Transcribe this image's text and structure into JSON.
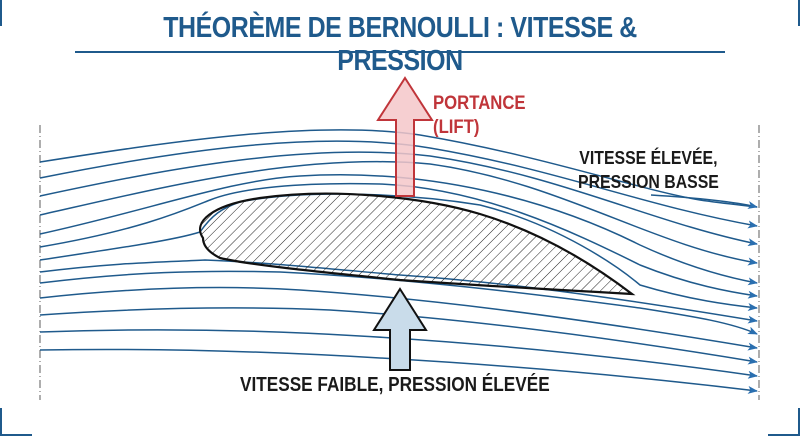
{
  "title": "THÉORÈME DE BERNOULLI : VITESSE & PRESSION",
  "labels": {
    "lift_line1": "PORTANCE",
    "lift_line2": "(LIFT)",
    "upper_line1": "VITESSE ÉLEVÉE,",
    "upper_line2": "PRESSION BASSE",
    "lower": "VITESSE FAIBLE, PRESSION ÉLEVÉE"
  },
  "colors": {
    "title": "#1f5a8c",
    "streamline": "#1f5a8c",
    "arrowhead": "#2a6fb0",
    "lift_arrow_stroke": "#c0353a",
    "lift_arrow_fill": "#f4c7c9",
    "pressure_arrow_fill": "#c9dcea",
    "airfoil_stroke": "#111111"
  },
  "icons": {
    "lift_arrow": "arrow-up-icon",
    "pressure_arrow": "arrow-up-icon",
    "flow_arrowheads": "arrow-right-icon"
  }
}
